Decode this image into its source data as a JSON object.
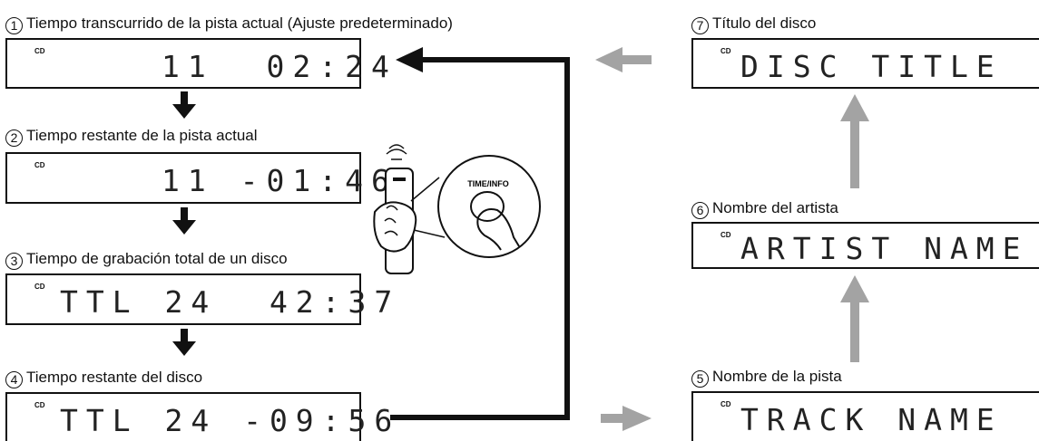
{
  "steps": [
    {
      "num": "1",
      "label": "Tiempo transcurrido de la pista actual (Ajuste predeterminado)",
      "display": "11  02:24"
    },
    {
      "num": "2",
      "label": "Tiempo restante de la pista actual",
      "display": "11 -01:46"
    },
    {
      "num": "3",
      "label": "Tiempo de grabación total de un disco",
      "display": "TTL 24  42:37"
    },
    {
      "num": "4",
      "label": "Tiempo restante del disco",
      "display": "TTL 24 -09:56"
    },
    {
      "num": "5",
      "label": "Nombre de la pista",
      "display": "TRACK NAME"
    },
    {
      "num": "6",
      "label": "Nombre del artista",
      "display": "ARTIST NAME"
    },
    {
      "num": "7",
      "label": "Título del disco",
      "display": "DISC TITLE"
    }
  ],
  "cd_indicator": "CD",
  "remote": {
    "button_label": "TIME/INFO"
  },
  "colors": {
    "black_arrow": "#111111",
    "gray_arrow": "#a3a3a3"
  }
}
